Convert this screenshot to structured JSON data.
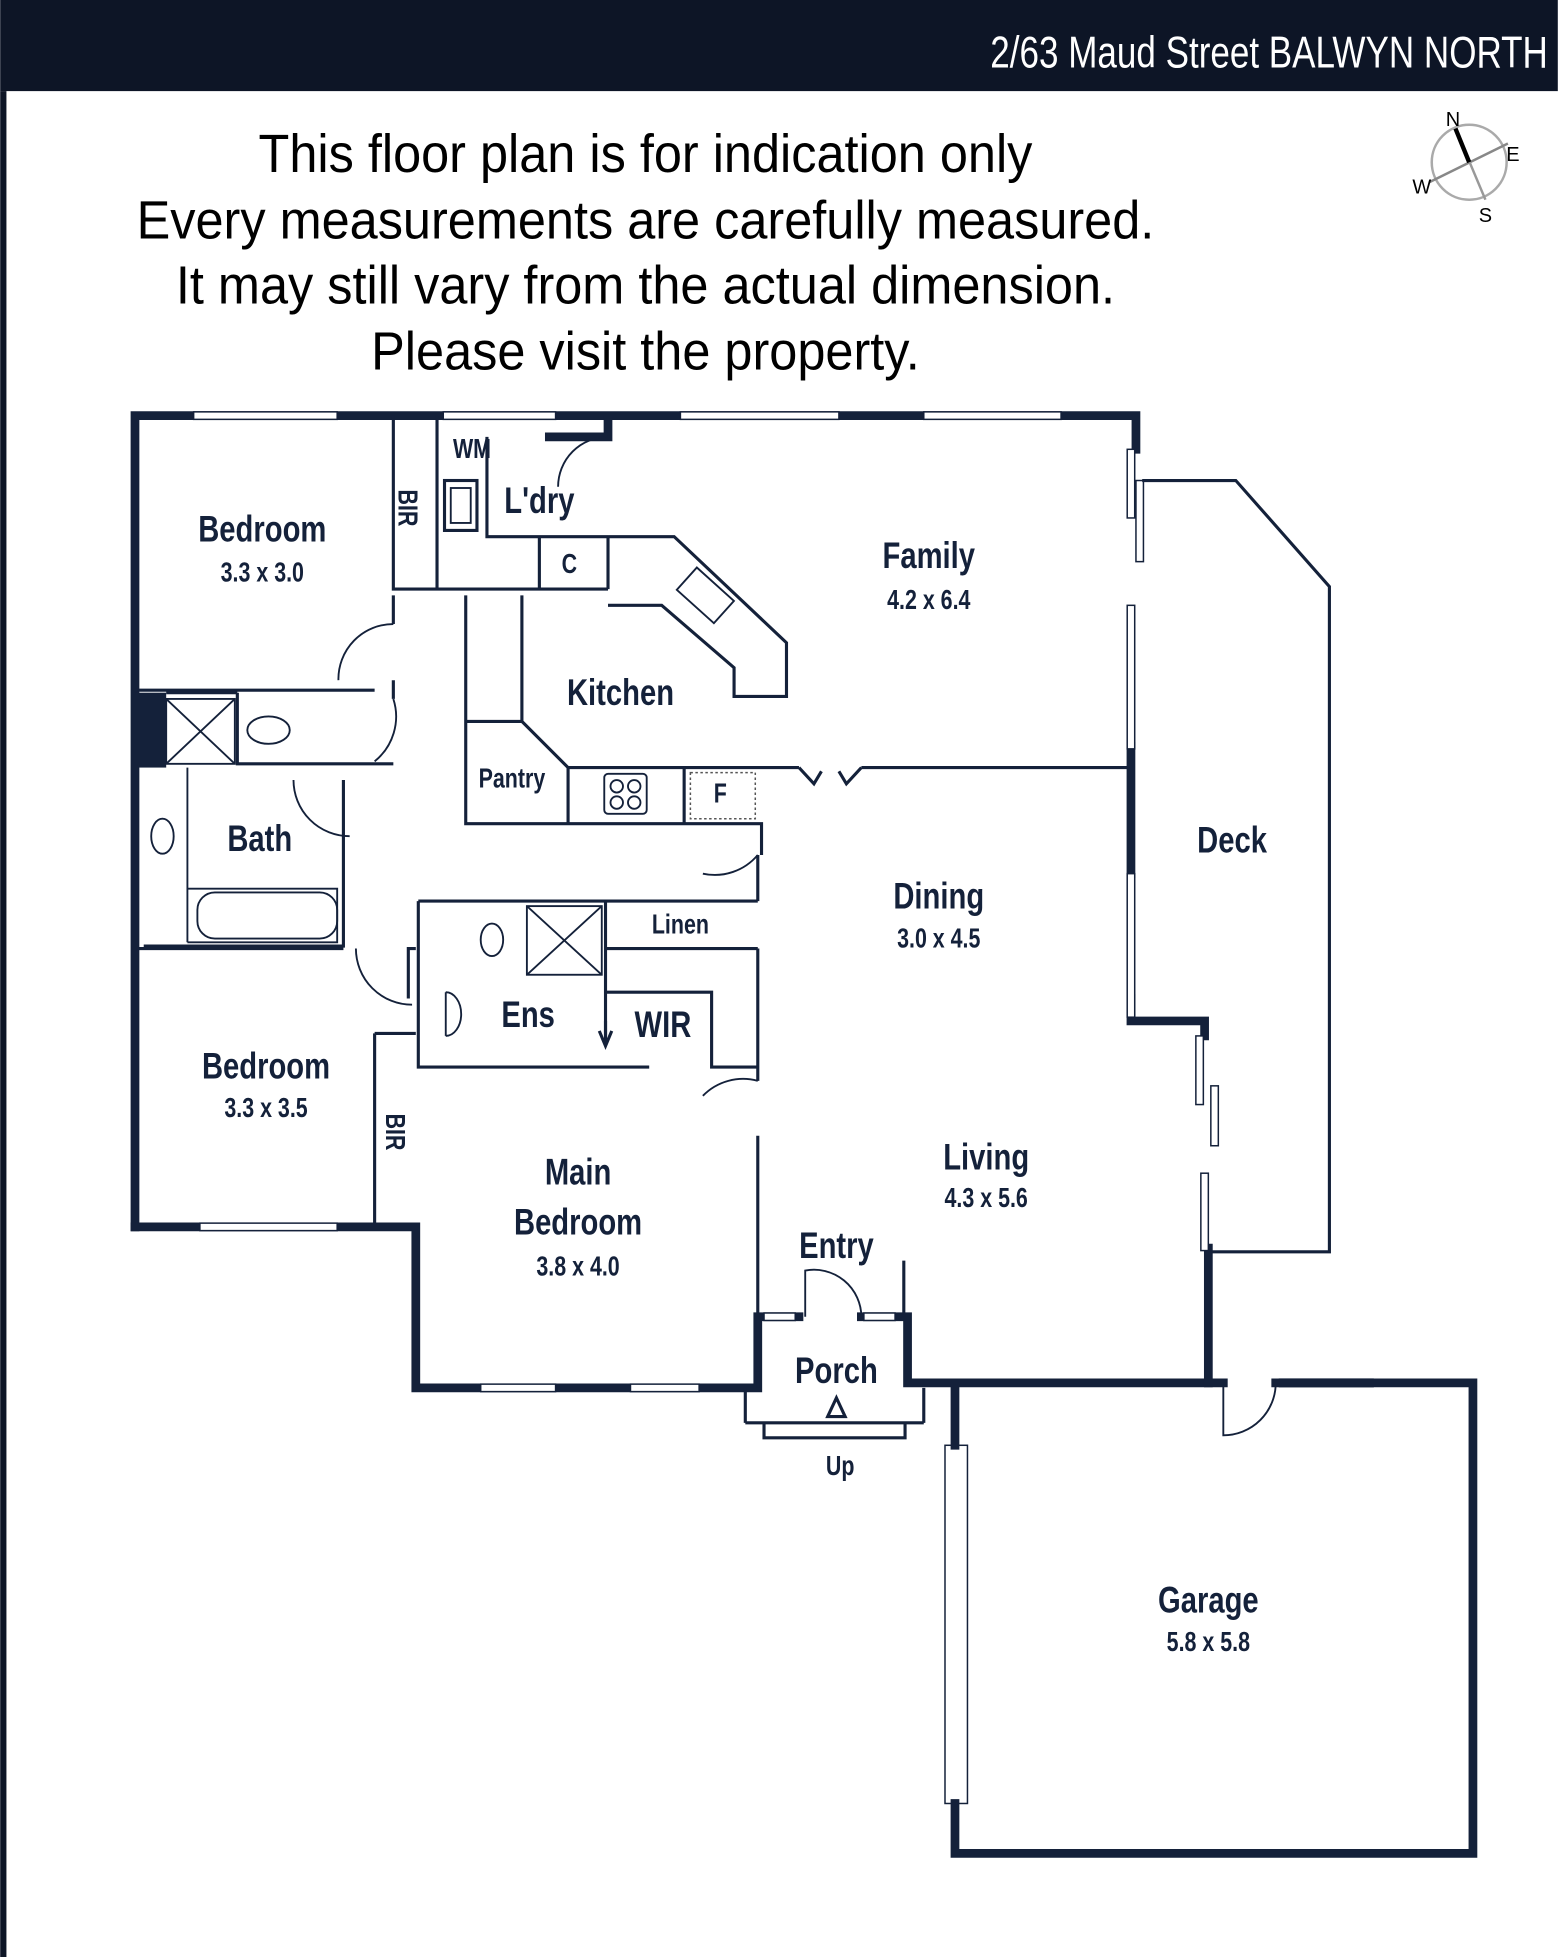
{
  "header": {
    "address": "2/63 Maud Street BALWYN NORTH",
    "background": "#0d1526"
  },
  "disclaimer": [
    "This floor plan is for indication only",
    "Every measurements are carefully measured.",
    "It may still vary from the actual dimension.",
    "Please visit the property."
  ],
  "compass": {
    "n": "N",
    "e": "E",
    "s": "S",
    "w": "W"
  },
  "rooms": {
    "bedroom1": {
      "name": "Bedroom",
      "dims": "3.3 x 3.0"
    },
    "bir1": "BIR",
    "wm": "WM",
    "laundry": "L'dry",
    "cupboard": "C",
    "family": {
      "name": "Family",
      "dims": "4.2 x 6.4"
    },
    "kitchen": "Kitchen",
    "pantry": "Pantry",
    "fridge": "F",
    "bath": "Bath",
    "linen": "Linen",
    "dining": {
      "name": "Dining",
      "dims": "3.0 x 4.5"
    },
    "deck": "Deck",
    "ensuite": "Ens",
    "wir": "WIR",
    "bedroom2": {
      "name": "Bedroom",
      "dims": "3.3 x 3.5"
    },
    "bir2": "BIR",
    "main_bedroom": {
      "name1": "Main",
      "name2": "Bedroom",
      "dims": "3.8 x 4.0"
    },
    "living": {
      "name": "Living",
      "dims": "4.3 x 5.6"
    },
    "entry": "Entry",
    "porch": "Porch",
    "up": "Up",
    "garage": {
      "name": "Garage",
      "dims": "5.8 x 5.8"
    }
  },
  "colors": {
    "ink": "#14213a"
  }
}
